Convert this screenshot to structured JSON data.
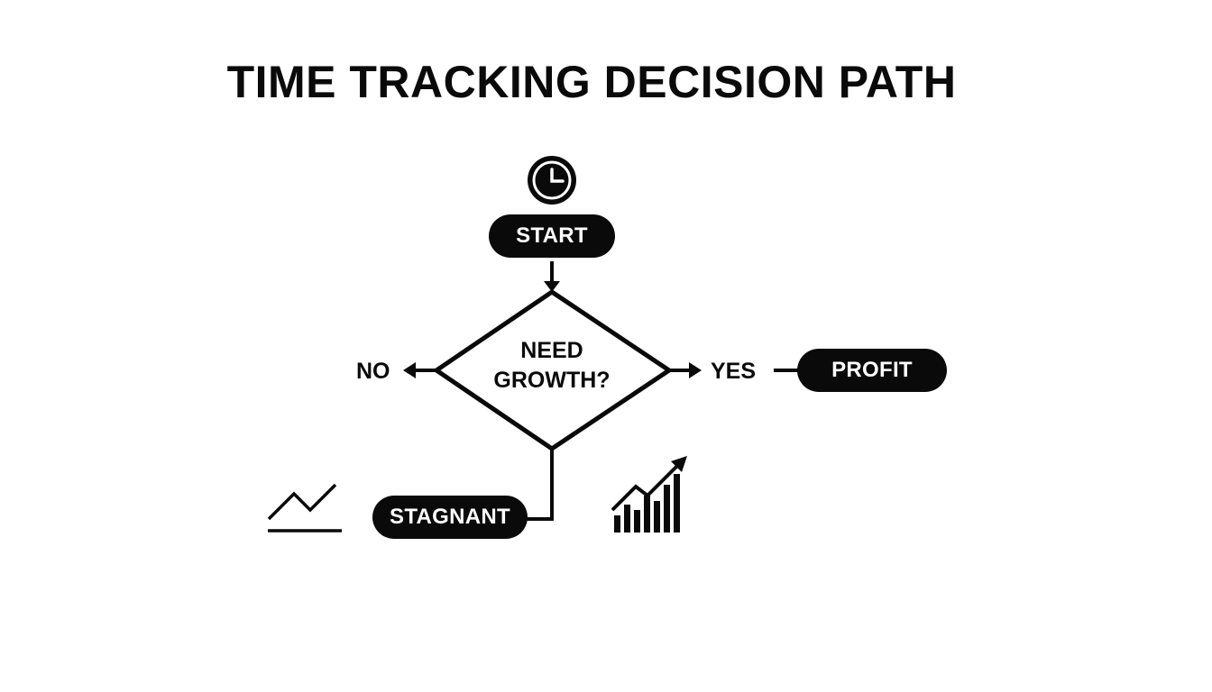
{
  "title": "TIME TRACKING DECISION PATH",
  "nodes": {
    "start": "START",
    "decision_line1": "NEED",
    "decision_line2": "GROWTH?",
    "profit": "PROFIT",
    "stagnant": "STAGNANT"
  },
  "edges": {
    "no": "NO",
    "yes": "YES"
  },
  "icons": {
    "top": "clock-icon",
    "left": "line-trend-icon",
    "right": "bar-growth-icon"
  },
  "colors": {
    "ink": "#0a0a0a",
    "background": "#ffffff",
    "pill_text": "#ffffff"
  }
}
